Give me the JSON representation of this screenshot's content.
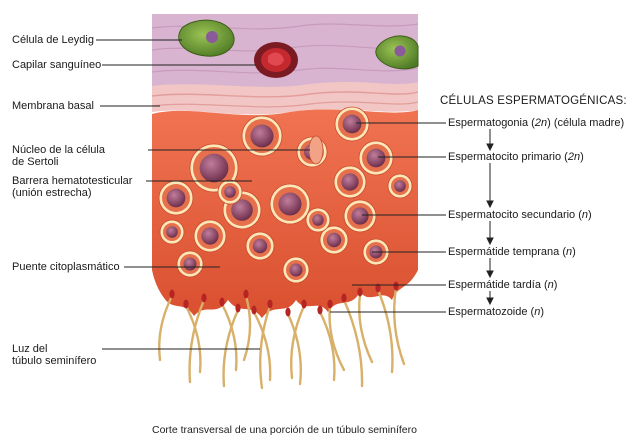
{
  "left_labels": {
    "leydig": "Célula de Leydig",
    "capilar": "Capilar sanguíneo",
    "membrana": "Membrana basal",
    "sertoli_1": "Núcleo de la célula",
    "sertoli_2": "de Sertoli",
    "barrera_1": "Barrera hematotesticular",
    "barrera_2": "(unión estrecha)",
    "puente": "Puente citoplasmático",
    "luz_1": "Luz del",
    "luz_2": "túbulo seminífero"
  },
  "sequence": {
    "heading": "CÉLULAS ESPERMATOGÉNICAS:",
    "steps": [
      {
        "name": "Espermatogonia",
        "ploidy": "2n",
        "extra": " (célula madre)"
      },
      {
        "name": "Espermatocito primario",
        "ploidy": "2n",
        "extra": ""
      },
      {
        "name": "Espermatocito secundario",
        "ploidy": "n",
        "extra": ""
      },
      {
        "name": "Espermátide temprana",
        "ploidy": "n",
        "extra": ""
      },
      {
        "name": "Espermátide tardía",
        "ploidy": "n",
        "extra": ""
      },
      {
        "name": "Espermatozoide",
        "ploidy": "n",
        "extra": ""
      }
    ]
  },
  "caption": "Corte transversal de una porción de un túbulo seminífero",
  "colors": {
    "interstitium": "#d9b4d1",
    "basal_membrane": "#f1c6c4",
    "epithelium": "#e9603f",
    "nucleus": "#8e3d63",
    "leydig": "#6d9a35",
    "tail": "#d8b06a"
  }
}
